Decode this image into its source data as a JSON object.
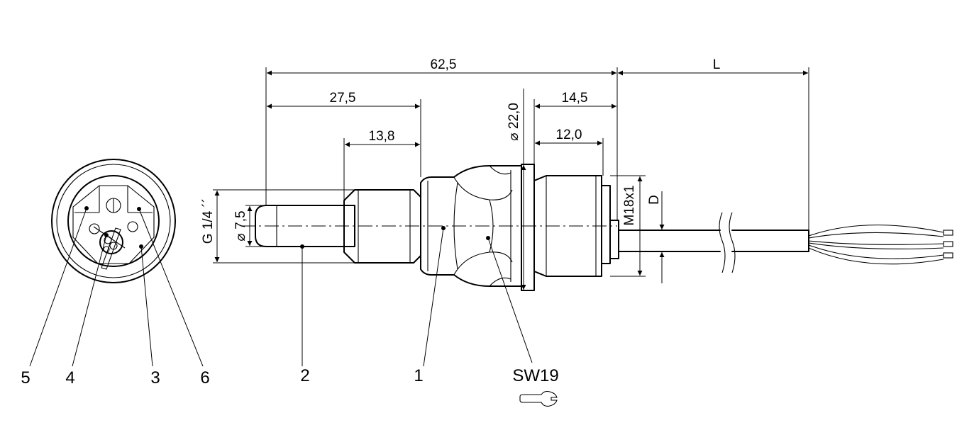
{
  "dimensions": {
    "overall_length": "62,5",
    "cable_length": "L",
    "front_length": "27,5",
    "thread_length": "13,8",
    "collar_diameter": "⌀ 22,0",
    "rear_length": "14,5",
    "rear_thread_length": "12,0",
    "connector_thread": "M18x1",
    "cable_diameter": "D",
    "process_thread": "G 1/4 ´´",
    "probe_diameter": "⌀ 7,5"
  },
  "callouts": {
    "c5": "5",
    "c4": "4",
    "c3": "3",
    "c6": "6",
    "c2": "2",
    "c1": "1",
    "wrench_size": "SW19"
  },
  "icons": {
    "wrench": "wrench-icon"
  }
}
